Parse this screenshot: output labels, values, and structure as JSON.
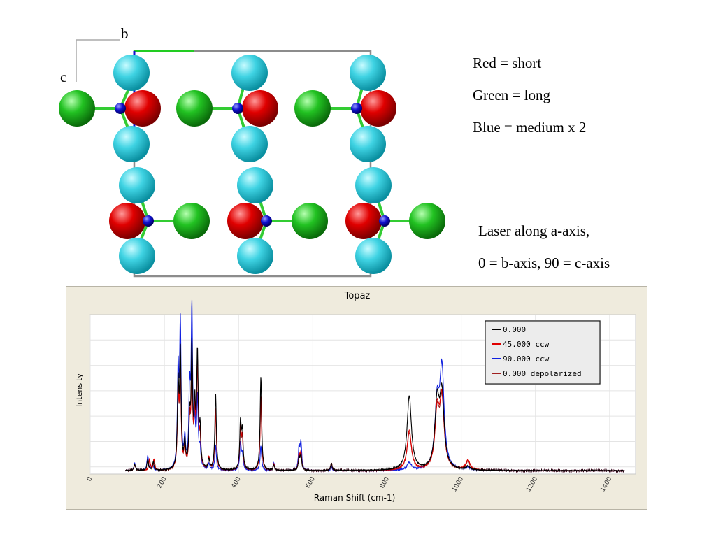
{
  "structure": {
    "axis_labels": {
      "b": "b",
      "c": "c"
    },
    "bond_legend": [
      "Red = short",
      "Green = long",
      "Blue = medium x 2"
    ],
    "laser_note": [
      "Laser along a-axis,",
      "0 = b-axis, 90 = c-axis"
    ],
    "atom_colors": {
      "cyan": "#3fd3e3",
      "red": "#e00000",
      "green": "#22c222",
      "blue": "#1010d0",
      "bond": "#33cc33"
    }
  },
  "chart_data": {
    "type": "line",
    "title": "Topaz",
    "xlabel": "Raman Shift (cm-1)",
    "ylabel": "Intensity",
    "xlim": [
      0,
      1470
    ],
    "ylim": [
      0,
      1.25
    ],
    "x_ticks": [
      "0",
      "200",
      "400",
      "600",
      "800",
      "1000",
      "1200",
      "1400"
    ],
    "grid": true,
    "legend_position": "top-right",
    "series": [
      {
        "name": "0.000",
        "color": "#000000",
        "peaks": [
          [
            120,
            0.05
          ],
          [
            155,
            0.09
          ],
          [
            170,
            0.07
          ],
          [
            237,
            0.65
          ],
          [
            243,
            0.92
          ],
          [
            255,
            0.2
          ],
          [
            268,
            0.38
          ],
          [
            274,
            0.95
          ],
          [
            282,
            0.45
          ],
          [
            289,
            0.9
          ],
          [
            296,
            0.3
          ],
          [
            320,
            0.08
          ],
          [
            338,
            0.62
          ],
          [
            405,
            0.38
          ],
          [
            410,
            0.3
          ],
          [
            460,
            0.76
          ],
          [
            495,
            0.04
          ],
          [
            563,
            0.1
          ],
          [
            568,
            0.12
          ],
          [
            650,
            0.06
          ],
          [
            860,
            0.6
          ],
          [
            935,
            0.52
          ],
          [
            948,
            0.58
          ],
          [
            1018,
            0.03
          ]
        ]
      },
      {
        "name": "45.000 ccw",
        "color": "#e00000",
        "peaks": [
          [
            120,
            0.05
          ],
          [
            160,
            0.09
          ],
          [
            172,
            0.09
          ],
          [
            237,
            0.6
          ],
          [
            243,
            0.8
          ],
          [
            255,
            0.18
          ],
          [
            268,
            0.35
          ],
          [
            274,
            0.85
          ],
          [
            282,
            0.4
          ],
          [
            289,
            0.82
          ],
          [
            296,
            0.25
          ],
          [
            320,
            0.1
          ],
          [
            338,
            0.5
          ],
          [
            405,
            0.33
          ],
          [
            410,
            0.25
          ],
          [
            460,
            0.6
          ],
          [
            495,
            0.05
          ],
          [
            563,
            0.12
          ],
          [
            568,
            0.14
          ],
          [
            650,
            0.06
          ],
          [
            860,
            0.32
          ],
          [
            935,
            0.45
          ],
          [
            948,
            0.55
          ],
          [
            1018,
            0.08
          ]
        ]
      },
      {
        "name": "90.000 ccw",
        "color": "#1020e0",
        "peaks": [
          [
            120,
            0.06
          ],
          [
            155,
            0.12
          ],
          [
            168,
            0.05
          ],
          [
            237,
            0.75
          ],
          [
            243,
            1.15
          ],
          [
            255,
            0.22
          ],
          [
            268,
            0.6
          ],
          [
            274,
            1.25
          ],
          [
            282,
            0.3
          ],
          [
            289,
            0.55
          ],
          [
            296,
            0.15
          ],
          [
            320,
            0.05
          ],
          [
            338,
            0.2
          ],
          [
            405,
            0.22
          ],
          [
            410,
            0.12
          ],
          [
            460,
            0.2
          ],
          [
            495,
            0.06
          ],
          [
            563,
            0.18
          ],
          [
            568,
            0.22
          ],
          [
            650,
            0.03
          ],
          [
            860,
            0.06
          ],
          [
            935,
            0.5
          ],
          [
            948,
            0.78
          ],
          [
            1018,
            0.02
          ]
        ]
      },
      {
        "name": "0.000 depolarized",
        "color": "#a02020",
        "peaks": [
          [
            120,
            0.05
          ],
          [
            160,
            0.08
          ],
          [
            172,
            0.08
          ],
          [
            237,
            0.58
          ],
          [
            243,
            0.78
          ],
          [
            255,
            0.17
          ],
          [
            268,
            0.33
          ],
          [
            274,
            0.82
          ],
          [
            282,
            0.38
          ],
          [
            289,
            0.8
          ],
          [
            296,
            0.24
          ],
          [
            320,
            0.09
          ],
          [
            338,
            0.48
          ],
          [
            405,
            0.31
          ],
          [
            410,
            0.24
          ],
          [
            460,
            0.58
          ],
          [
            495,
            0.05
          ],
          [
            563,
            0.11
          ],
          [
            568,
            0.13
          ],
          [
            650,
            0.05
          ],
          [
            860,
            0.3
          ],
          [
            935,
            0.43
          ],
          [
            948,
            0.53
          ],
          [
            1018,
            0.07
          ]
        ]
      }
    ]
  }
}
